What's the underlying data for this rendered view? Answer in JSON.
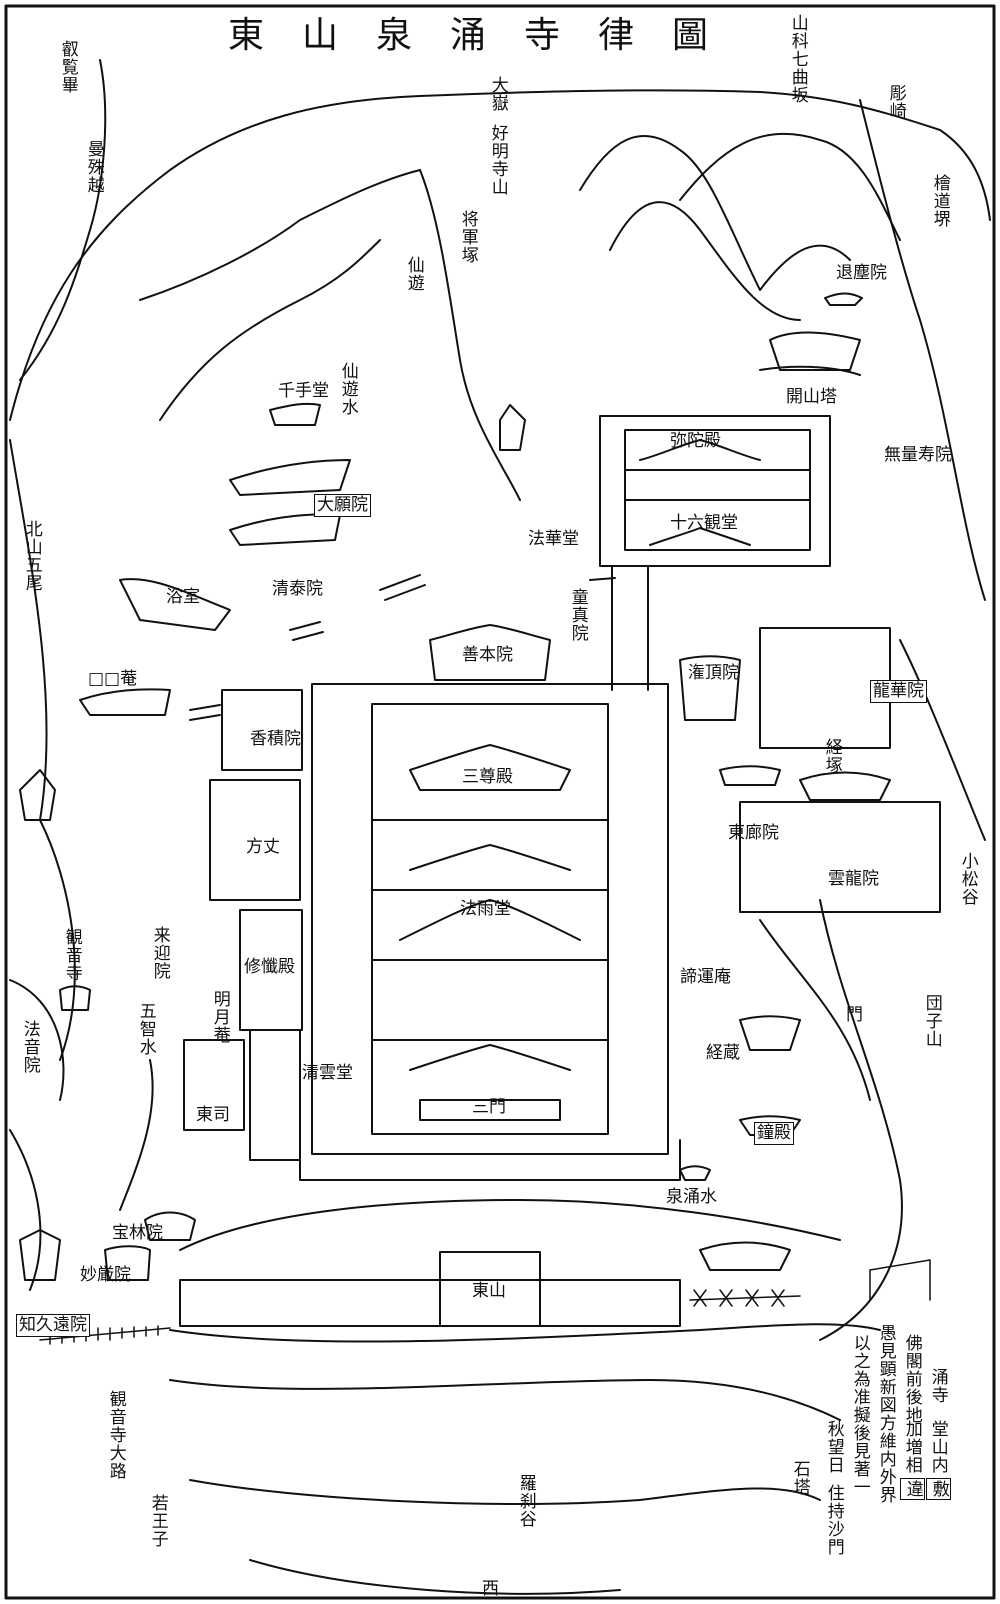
{
  "title": "東山泉涌寺律圖",
  "colors": {
    "ink": "#111111",
    "paper": "#ffffff"
  },
  "labels": {
    "sanka": "山科七曲坂",
    "eizan": "叡覧畢",
    "manju": "曼殊越",
    "hikosaki": "彫崎",
    "hinoki": "檜道堺",
    "otake": "大嶽",
    "yoshimyoji": "好明寺山",
    "shogunzuka": "将軍塚",
    "senyu_ro": "仙遊",
    "taironin": "退塵院",
    "kaisanto": "開山塔",
    "senju": "千手堂",
    "senyusui": "仙遊水",
    "amidaden": "弥陀殿",
    "muryojuin": "無量寿院",
    "jurokukan": "十六観堂",
    "daiganin": "大願院",
    "hokkedo": "法華堂",
    "kitayama": "北山五尾",
    "seitaiin": "清泰院",
    "yokushitsu": "浴室",
    "doshinin": "童真院",
    "zenponin": "善本院",
    "kanjoin": "潅頂院",
    "an": "□□菴",
    "ryugein": "龍華院",
    "koshakuin": "香積院",
    "kyozuka": "経塚",
    "sansonden": "三尊殿",
    "hojo": "方丈",
    "higashirouin": "東廊院",
    "unryuin": "雲龍院",
    "komatsudani": "小松谷",
    "houdo": "法雨堂",
    "kannonji": "観音寺",
    "raigoin": "来迎院",
    "shuzanden": "修懺殿",
    "taiunan": "諦運庵",
    "mon": "門",
    "dangoyama": "団子山",
    "meigetsuan": "明月菴",
    "gochisui": "五智水",
    "houonin": "法音院",
    "kyozo": "経蔵",
    "seiundo": "清雲堂",
    "sanmon": "三門",
    "toshi": "東司",
    "shoden": "鐘殿",
    "sennyusui": "泉涌水",
    "horinin": "宝林院",
    "myogonin": "妙厳院",
    "higashiyama": "東山",
    "chikuonin": "知久遠院",
    "kannonjioji": "観音寺大路",
    "nyakuoji": "若王子",
    "rasetsudani": "羅刹谷",
    "sekito": "石塔",
    "nishi": "西"
  },
  "inscription": {
    "line1": "涌寺",
    "line1b": "堂山内",
    "line1c": "敷",
    "line2": "佛閣前後地",
    "line2b": "加増相",
    "line2c": "違",
    "line3": "愚見顕新図方維内外界",
    "line4": "以之為准擬後見著一",
    "line5": "秋望日",
    "line5b": "住持沙門"
  }
}
